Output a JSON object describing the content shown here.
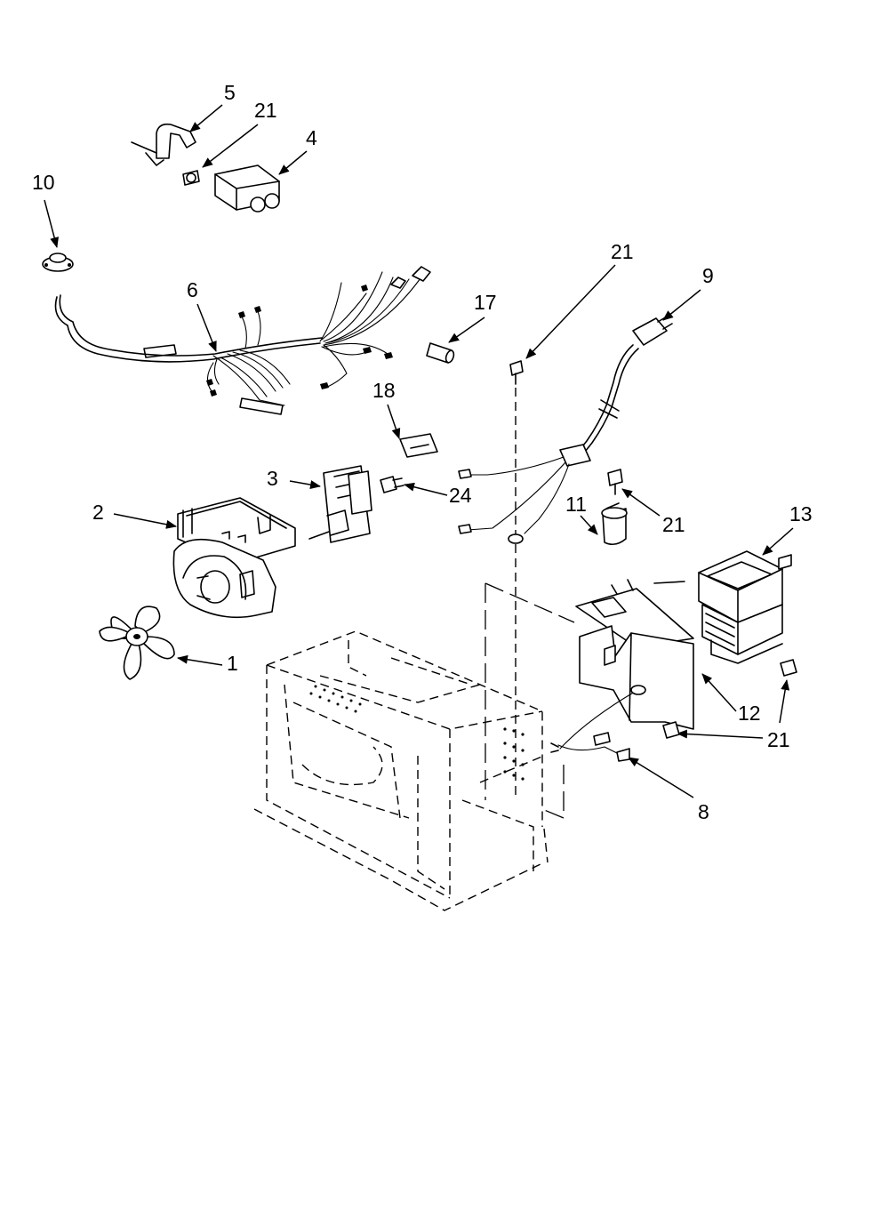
{
  "callouts": [
    {
      "id": "c1",
      "label": "1"
    },
    {
      "id": "c2",
      "label": "2"
    },
    {
      "id": "c3",
      "label": "3"
    },
    {
      "id": "c4",
      "label": "4"
    },
    {
      "id": "c5",
      "label": "5"
    },
    {
      "id": "c6",
      "label": "6"
    },
    {
      "id": "c8",
      "label": "8"
    },
    {
      "id": "c9",
      "label": "9"
    },
    {
      "id": "c10",
      "label": "10"
    },
    {
      "id": "c11",
      "label": "11"
    },
    {
      "id": "c12",
      "label": "12"
    },
    {
      "id": "c13",
      "label": "13"
    },
    {
      "id": "c17",
      "label": "17"
    },
    {
      "id": "c18",
      "label": "18"
    },
    {
      "id": "c21a",
      "label": "21"
    },
    {
      "id": "c21b",
      "label": "21"
    },
    {
      "id": "c21c",
      "label": "21"
    },
    {
      "id": "c21d",
      "label": "21"
    },
    {
      "id": "c21e",
      "label": "21"
    },
    {
      "id": "c24",
      "label": "24"
    }
  ]
}
